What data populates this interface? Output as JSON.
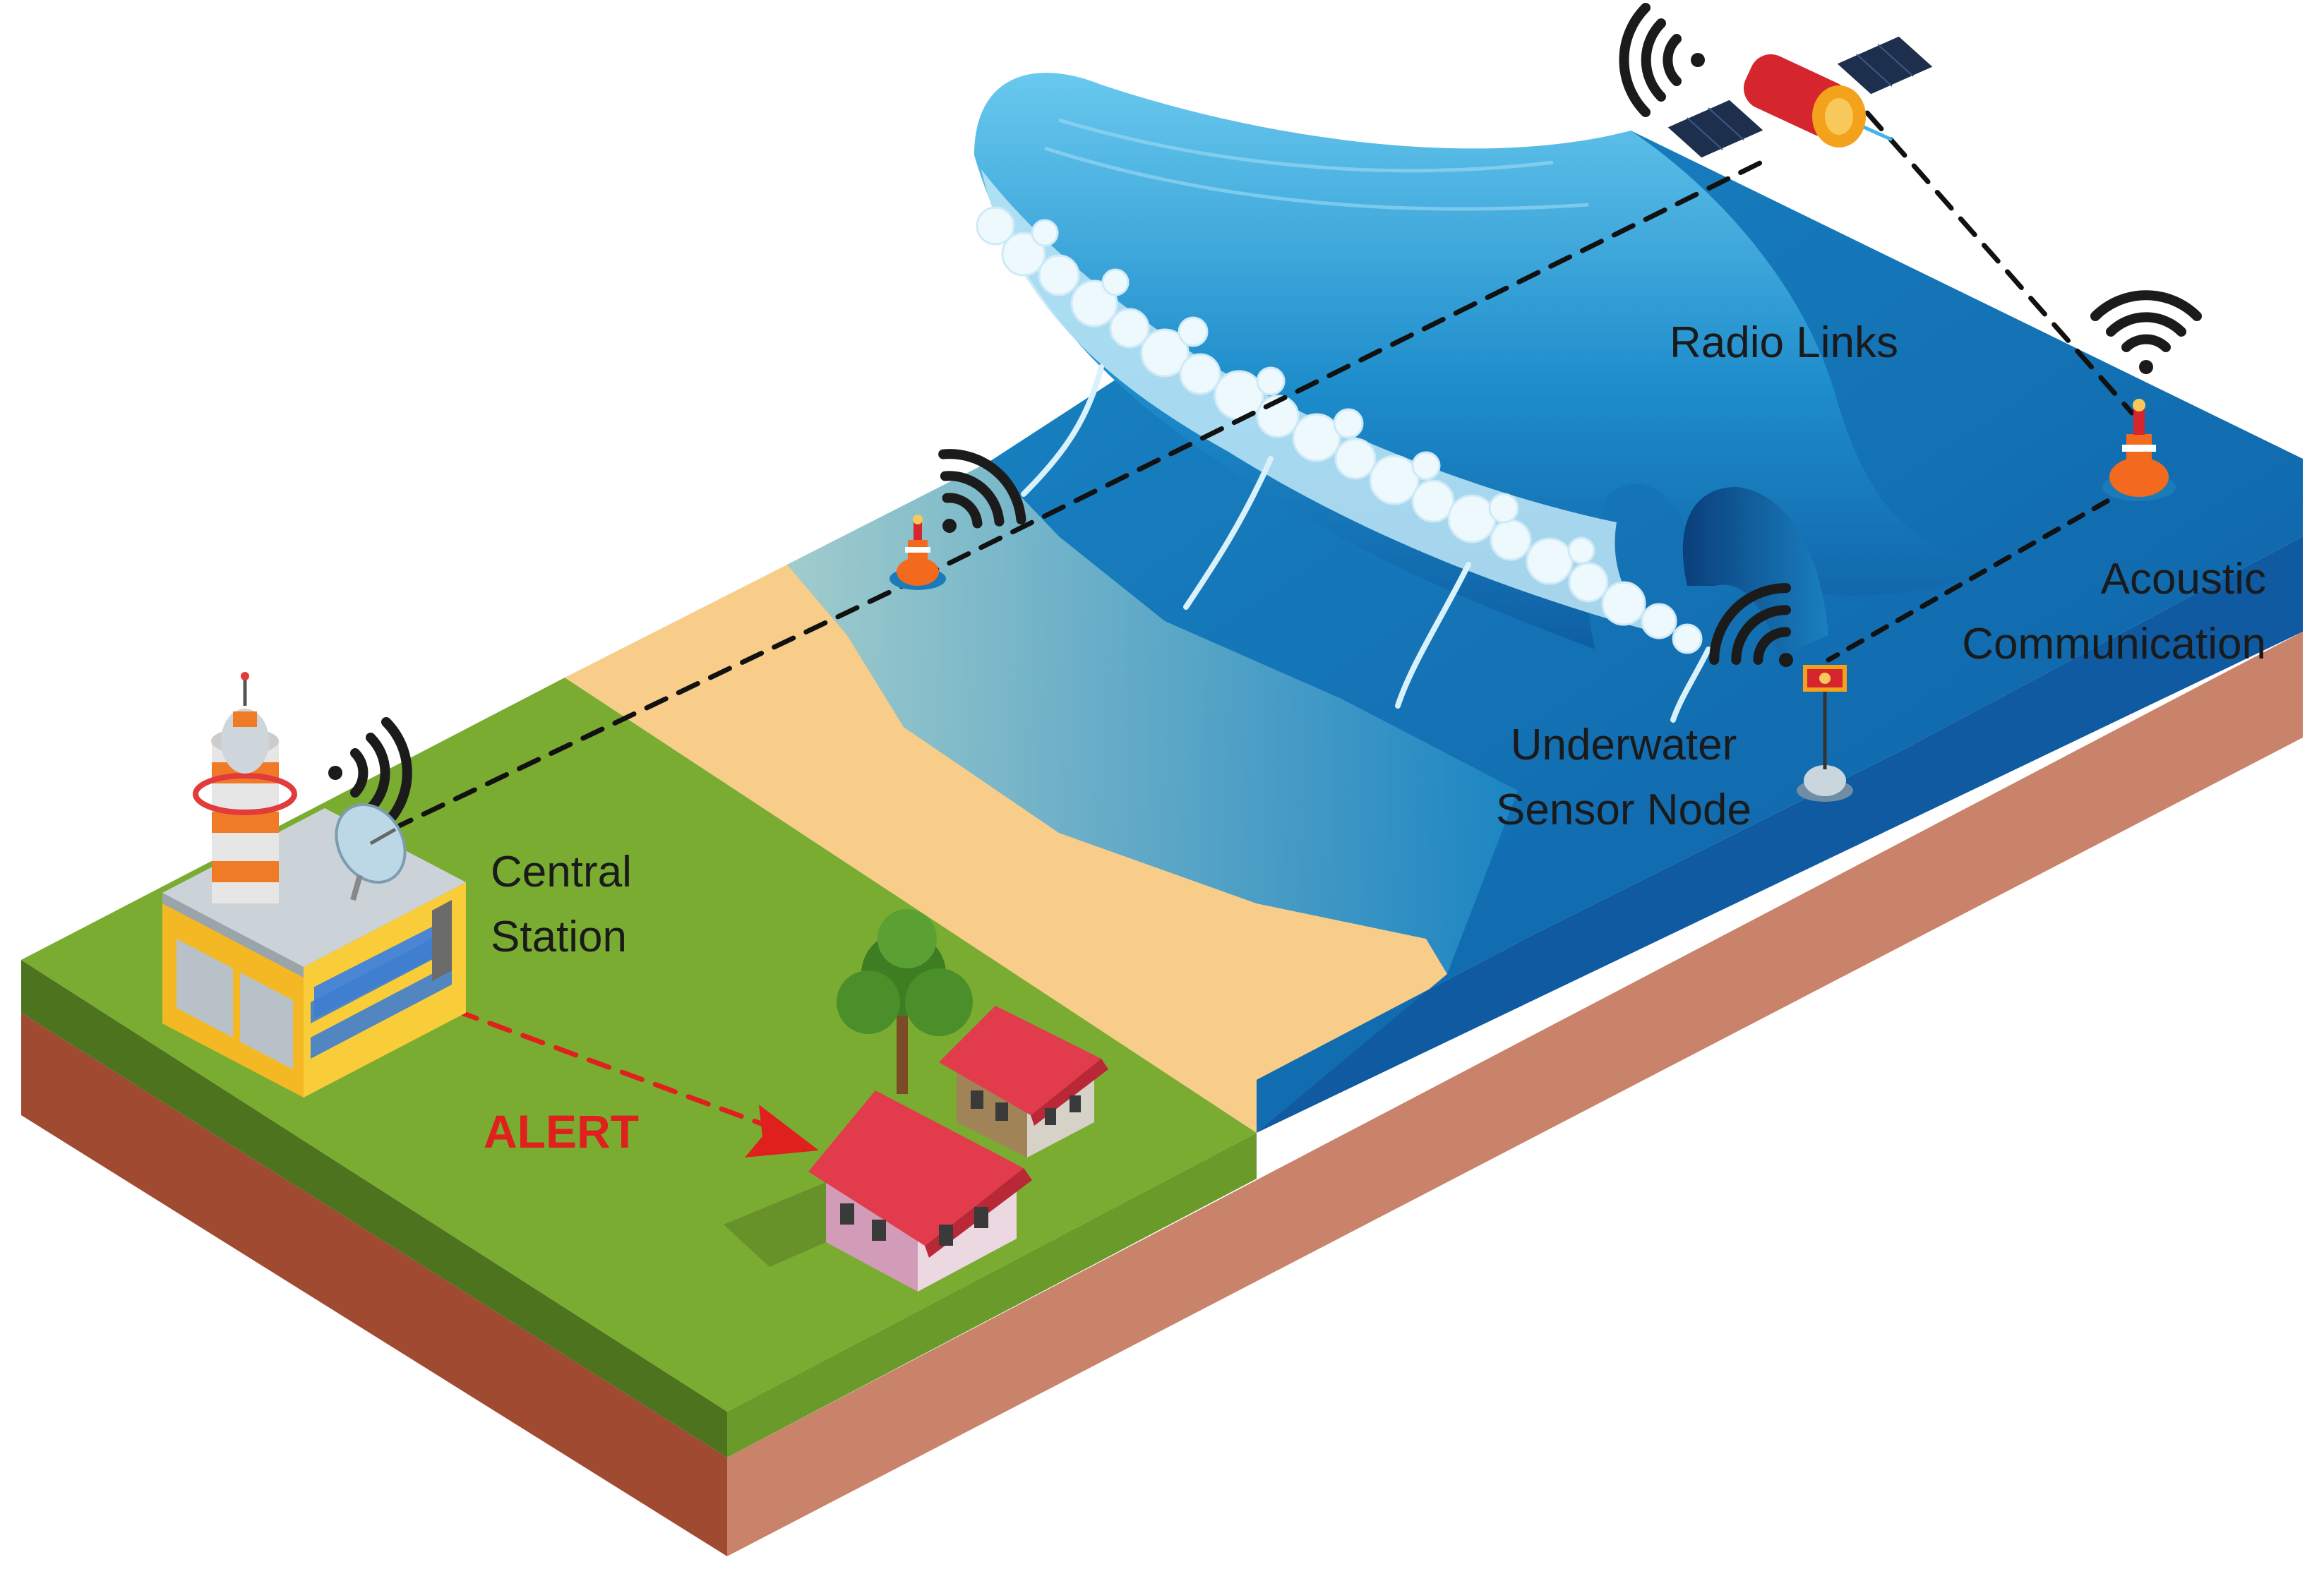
{
  "labels": {
    "radio_links": "Radio Links",
    "acoustic_line1": "Acoustic",
    "acoustic_line2": "Communication",
    "underwater_line1": "Underwater",
    "underwater_line2": "Sensor Node",
    "central_line1": "Central",
    "central_line2": "Station",
    "alert": "ALERT"
  },
  "colors": {
    "grass_top": "#7aac32",
    "grass_side": "#4e731f",
    "soil_side": "#a04a31",
    "soil_right": "#c9836a",
    "sand": "#f8cd8a",
    "sea_surface": "#1e8fca",
    "sea_deep": "#0f63a8",
    "wave_light": "#5fc3e8",
    "foam": "#e6f6fd",
    "link_line": "#111111",
    "alert_line": "#e0201d",
    "roof": "#e23b4b",
    "buoy": "#f36a1e"
  },
  "icons": {
    "satellite": "satellite-icon",
    "buoy": "buoy-icon",
    "wifi": "wifi-signal-icon",
    "sensor": "underwater-sensor-icon",
    "station": "central-station-building-icon",
    "house": "house-icon",
    "tree": "tree-icon"
  }
}
